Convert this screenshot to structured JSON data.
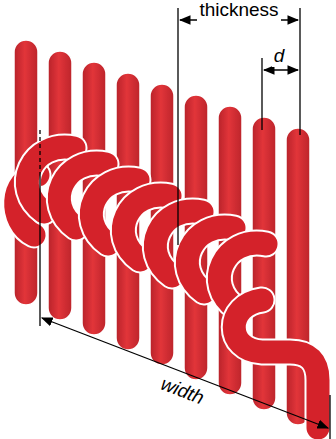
{
  "diagram": {
    "labels": [
      "thickness",
      "d",
      "width"
    ]
  }
}
